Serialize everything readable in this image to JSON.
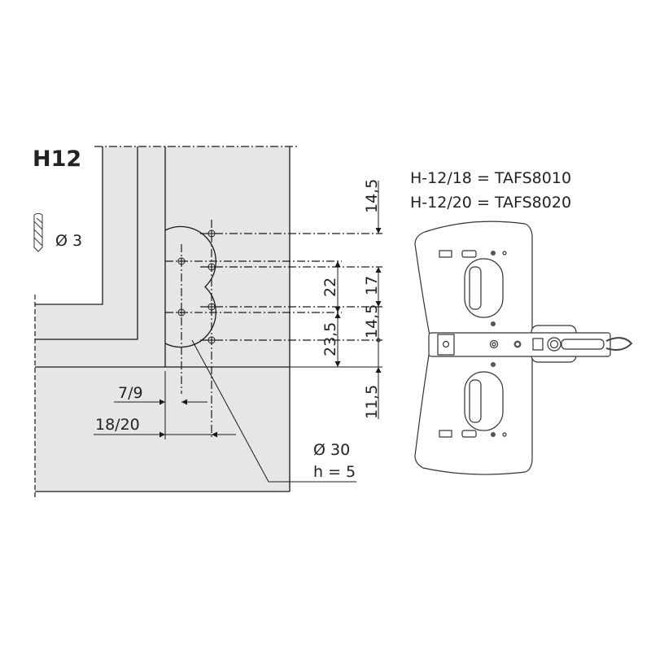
{
  "title": "H12",
  "drill": {
    "label": "Ø 3"
  },
  "dimensions": {
    "vertical_outer": [
      "14,5",
      "17",
      "14,5",
      "11,5"
    ],
    "vertical_inner": [
      "22",
      "23,5"
    ],
    "horizontal": [
      "7/9",
      "18/20"
    ]
  },
  "cup": {
    "diameter": "Ø 30",
    "depth": "h = 5"
  },
  "templates": [
    "H-12/18 = TAFS8010",
    "H-12/20 = TAFS8020"
  ],
  "colors": {
    "panel": "#e6e6e6",
    "line": "#1a1a1a"
  }
}
